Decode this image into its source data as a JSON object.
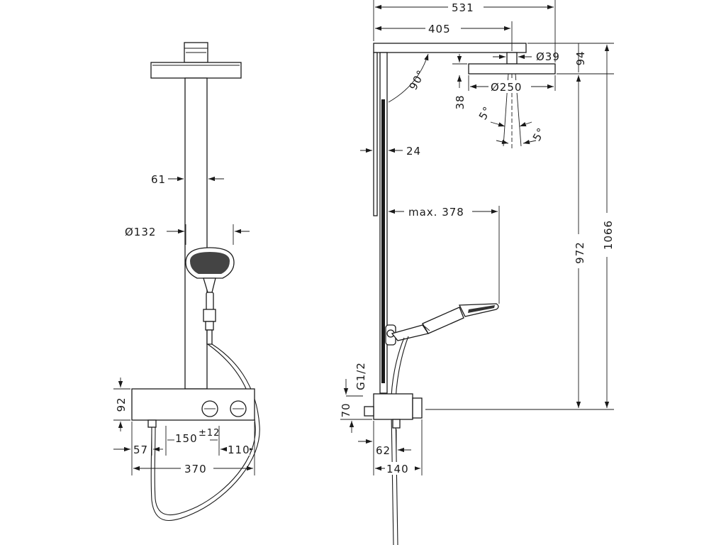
{
  "front_view": {
    "dim_61": "61",
    "dim_d132": "Ø132",
    "dim_92": "92",
    "dim_57": "57",
    "dim_150": "150",
    "dim_150_tol": "±12",
    "dim_110": "110",
    "dim_370": "370"
  },
  "side_view": {
    "dim_531": "531",
    "dim_405": "405",
    "dim_d39": "Ø39",
    "dim_94": "94",
    "dim_angle_90": "90°",
    "dim_d250": "Ø250",
    "dim_38": "38",
    "dim_5a": "5°",
    "dim_5b": "5°",
    "dim_24": "24",
    "dim_max378": "max. 378",
    "dim_972": "972",
    "dim_1066": "1066",
    "dim_g12": "G1/2",
    "dim_70": "70",
    "dim_62": "62",
    "dim_140": "140"
  }
}
